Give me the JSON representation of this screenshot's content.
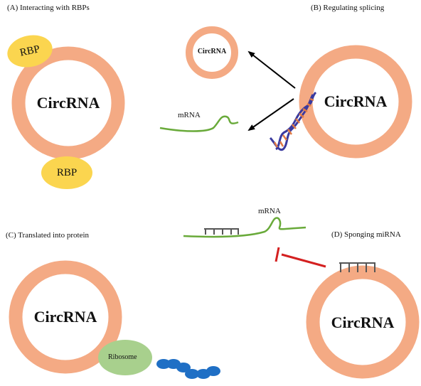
{
  "colors": {
    "ring": "#F4AA84",
    "rbp": "#FBD54F",
    "mrna": "#69AA3A",
    "ribosome": "#A8D08D",
    "protein": "#1F6FC5",
    "inhibit": "#D42020",
    "comb": "#555555",
    "dna_strand": "#3A3A9F",
    "dna_rung": "#E07A45"
  },
  "panels": {
    "a": {
      "caption": "(A) Interacting with RBPs",
      "circ_label": "CircRNA",
      "rbp_top_label": "RBP",
      "rbp_bottom_label": "RBP"
    },
    "b": {
      "caption": "(B) Regulating splicing",
      "small_circ_label": "CircRNA",
      "big_circ_label": "CircRNA",
      "mrna_label": "mRNA"
    },
    "c": {
      "caption": "(C) Translated into protein",
      "circ_label": "CircRNA",
      "ribosome_label": "Ribosome"
    },
    "d": {
      "caption": "(D) Sponging miRNA",
      "circ_label": "CircRNA",
      "mrna_label": "mRNA"
    }
  }
}
